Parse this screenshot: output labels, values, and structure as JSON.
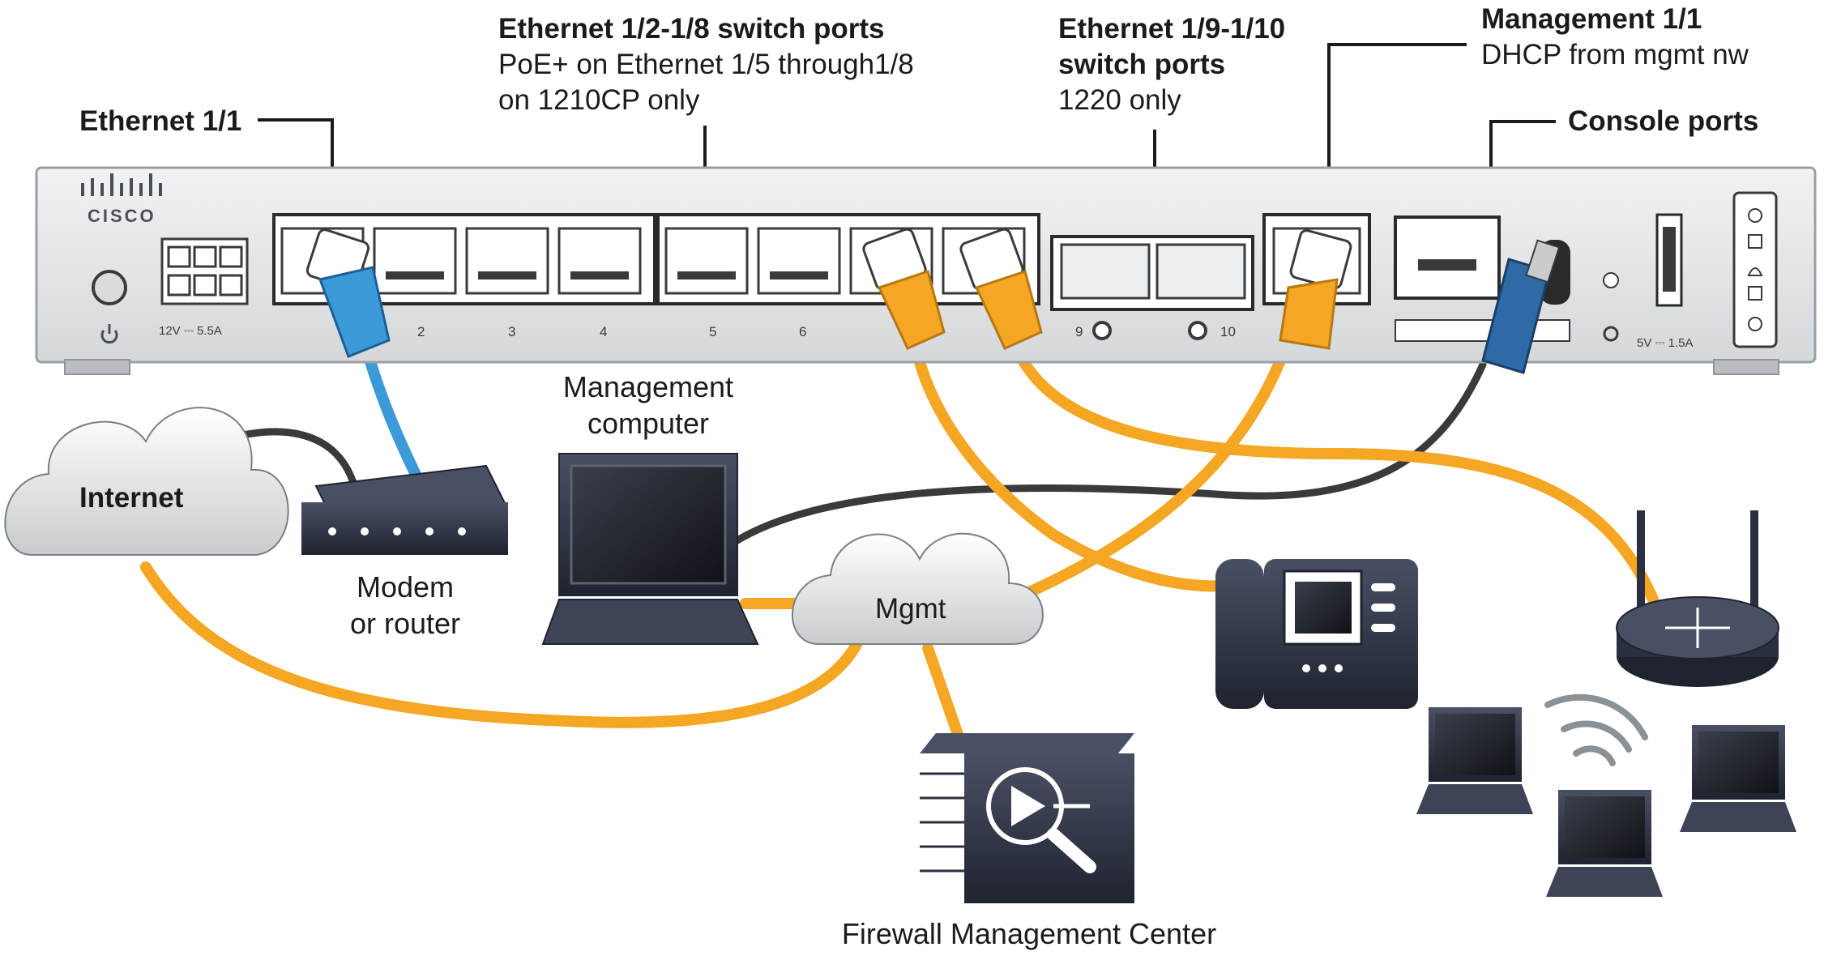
{
  "callouts": {
    "eth11": {
      "title": "Ethernet 1/1"
    },
    "eth1218": {
      "title": "Ethernet 1/2-1/8 switch ports",
      "line1": "PoE+ on Ethernet 1/5 through1/8",
      "line2": "on 1210CP only"
    },
    "eth19110": {
      "title1": "Ethernet 1/9-1/10",
      "title2": "switch ports",
      "line1": "1220 only"
    },
    "mgmt11": {
      "title": "Management 1/1",
      "line1": "DHCP from mgmt nw"
    },
    "console": {
      "title": "Console ports"
    }
  },
  "device": {
    "brand": "CISCO",
    "power_label": "12V ⎓ 5.5A",
    "usb_label": "5V ⎓ 1.5A",
    "ports": [
      "2",
      "3",
      "4",
      "5",
      "6",
      "9",
      "10"
    ]
  },
  "nodes": {
    "internet": "Internet",
    "mgmt_cloud": "Mgmt",
    "modem_line1": "Modem",
    "modem_line2": "or router",
    "mgmt_computer_line1": "Management",
    "mgmt_computer_line2": "computer",
    "fmc": "Firewall Management Center"
  },
  "colors": {
    "cable_orange": "#f5a623",
    "cable_blue": "#3d9ad8",
    "cable_dark": "#3a3a3a",
    "chassis": "#e4e6e8",
    "device_dark": "#2b3040"
  },
  "icons": [
    "cisco-logo-icon",
    "power-icon",
    "cloud-icon",
    "modem-icon",
    "laptop-icon",
    "ip-phone-icon",
    "wireless-router-icon",
    "fmc-appliance-icon",
    "usb-icon",
    "reset-icon"
  ]
}
